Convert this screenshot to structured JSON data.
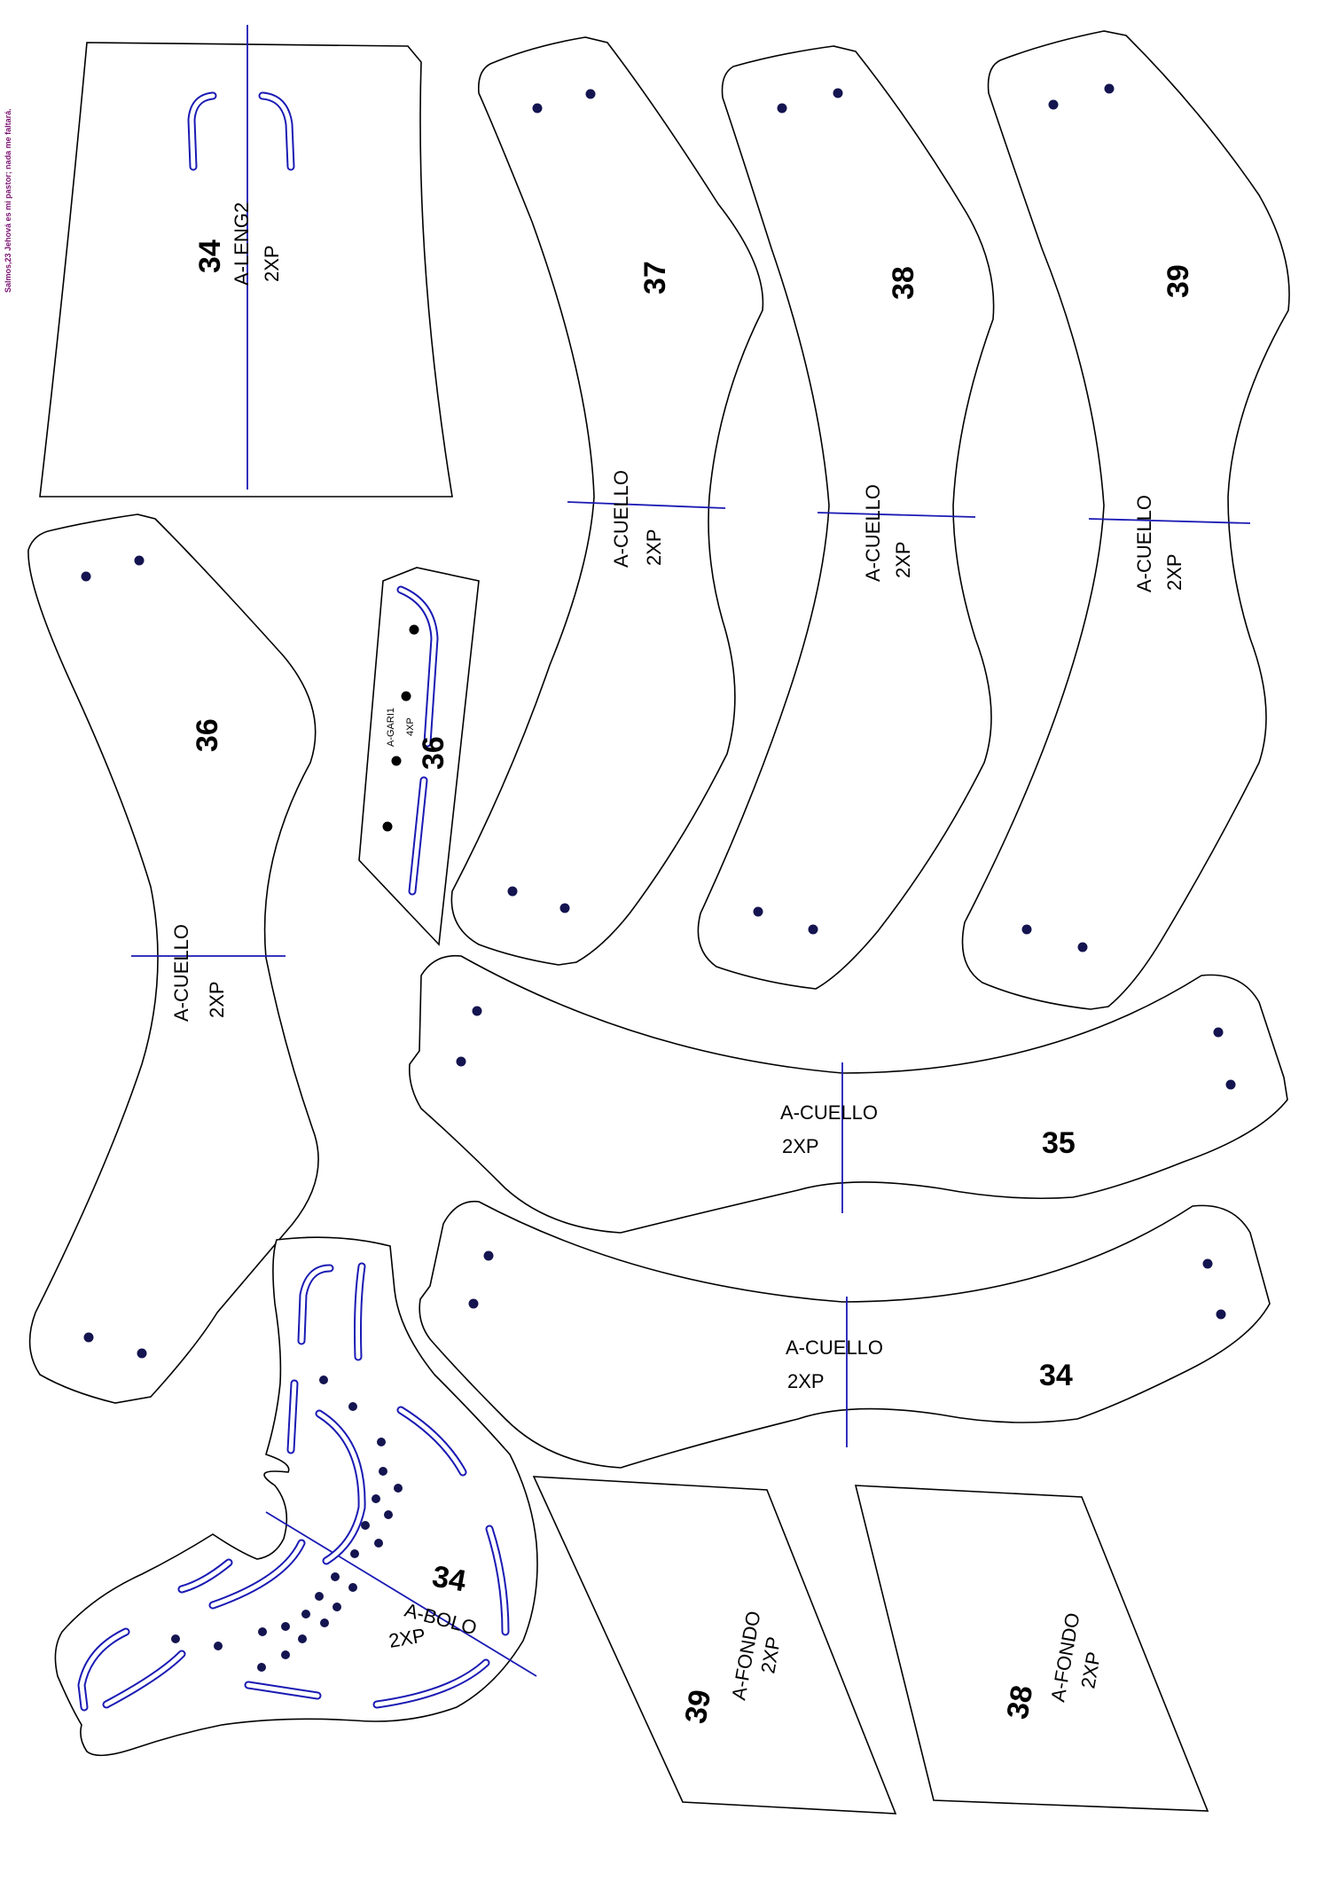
{
  "header_text": "Salmos,23 Jehová es mi pastor; nada me faltará.",
  "colors": {
    "outline": "#000000",
    "axis": "#1a1ab4",
    "hole": "#141450",
    "header": "#7a1070"
  },
  "pieces": {
    "leng": {
      "size": "34",
      "name": "A-LENG2",
      "qty": "2XP"
    },
    "cuello36": {
      "size": "36",
      "name": "A-CUELLO",
      "qty": "2XP"
    },
    "gari": {
      "size": "36",
      "name": "A-GARI1",
      "qty": "4XP"
    },
    "cuello37": {
      "size": "37",
      "name": "A-CUELLO",
      "qty": "2XP"
    },
    "cuello38": {
      "size": "38",
      "name": "A-CUELLO",
      "qty": "2XP"
    },
    "cuello39": {
      "size": "39",
      "name": "A-CUELLO",
      "qty": "2XP"
    },
    "cuello35": {
      "size": "35",
      "name": "A-CUELLO",
      "qty": "2XP"
    },
    "cuello34": {
      "size": "34",
      "name": "A-CUELLO",
      "qty": "2XP"
    },
    "bolo": {
      "size": "34",
      "name": "A-BOLO",
      "qty": "2XP"
    },
    "fondo39": {
      "size": "39",
      "name": "A-FONDO",
      "qty": "2XP"
    },
    "fondo38": {
      "size": "38",
      "name": "A-FONDO",
      "qty": "2XP"
    }
  }
}
